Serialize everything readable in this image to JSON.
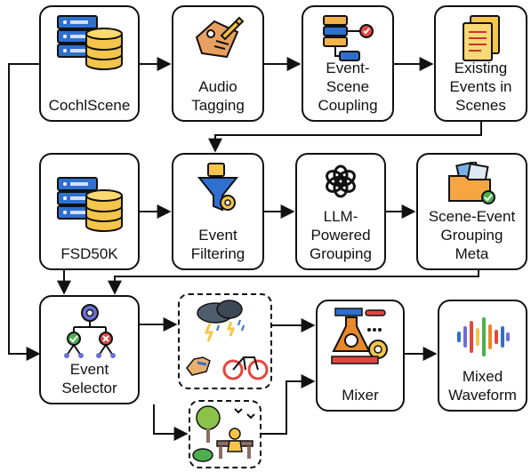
{
  "nodes": {
    "cochlscene": "CochlScene",
    "audio_tagging": "Audio\nTagging",
    "event_scene_coupling": "Event-\nScene\nCoupling",
    "existing_events": "Existing\nEvents in\nScenes",
    "fsd50k": "FSD50K",
    "event_filtering": "Event\nFiltering",
    "llm_grouping": "LLM-\nPowered\nGrouping",
    "scene_event_meta": "Scene-Event\nGrouping\nMeta",
    "event_selector": "Event\nSelector",
    "mixer": "Mixer",
    "mixed_waveform": "Mixed\nWaveform"
  },
  "icons": {
    "cochlscene": "database-server-icon",
    "audio_tagging": "price-tag-pen-icon",
    "event_scene_coupling": "server-connection-icon",
    "existing_events": "document-list-icon",
    "fsd50k": "database-server-icon",
    "event_filtering": "funnel-gear-icon",
    "llm_grouping": "openai-logo-icon",
    "scene_event_meta": "folder-check-icon",
    "event_selector": "decision-tree-icon",
    "mixer": "mixer-machine-icon",
    "mixed_waveform": "waveform-icon",
    "sample_events_top": "storm-dog-bicycle-icon",
    "sample_events_bottom": "park-bench-birds-icon"
  },
  "colors": {
    "border": "#111111",
    "db_blue": "#2f6fd0",
    "db_yellow": "#f5c64a",
    "accent_orange": "#e8882a",
    "accent_red": "#e2463f",
    "accent_green": "#4caf50"
  }
}
